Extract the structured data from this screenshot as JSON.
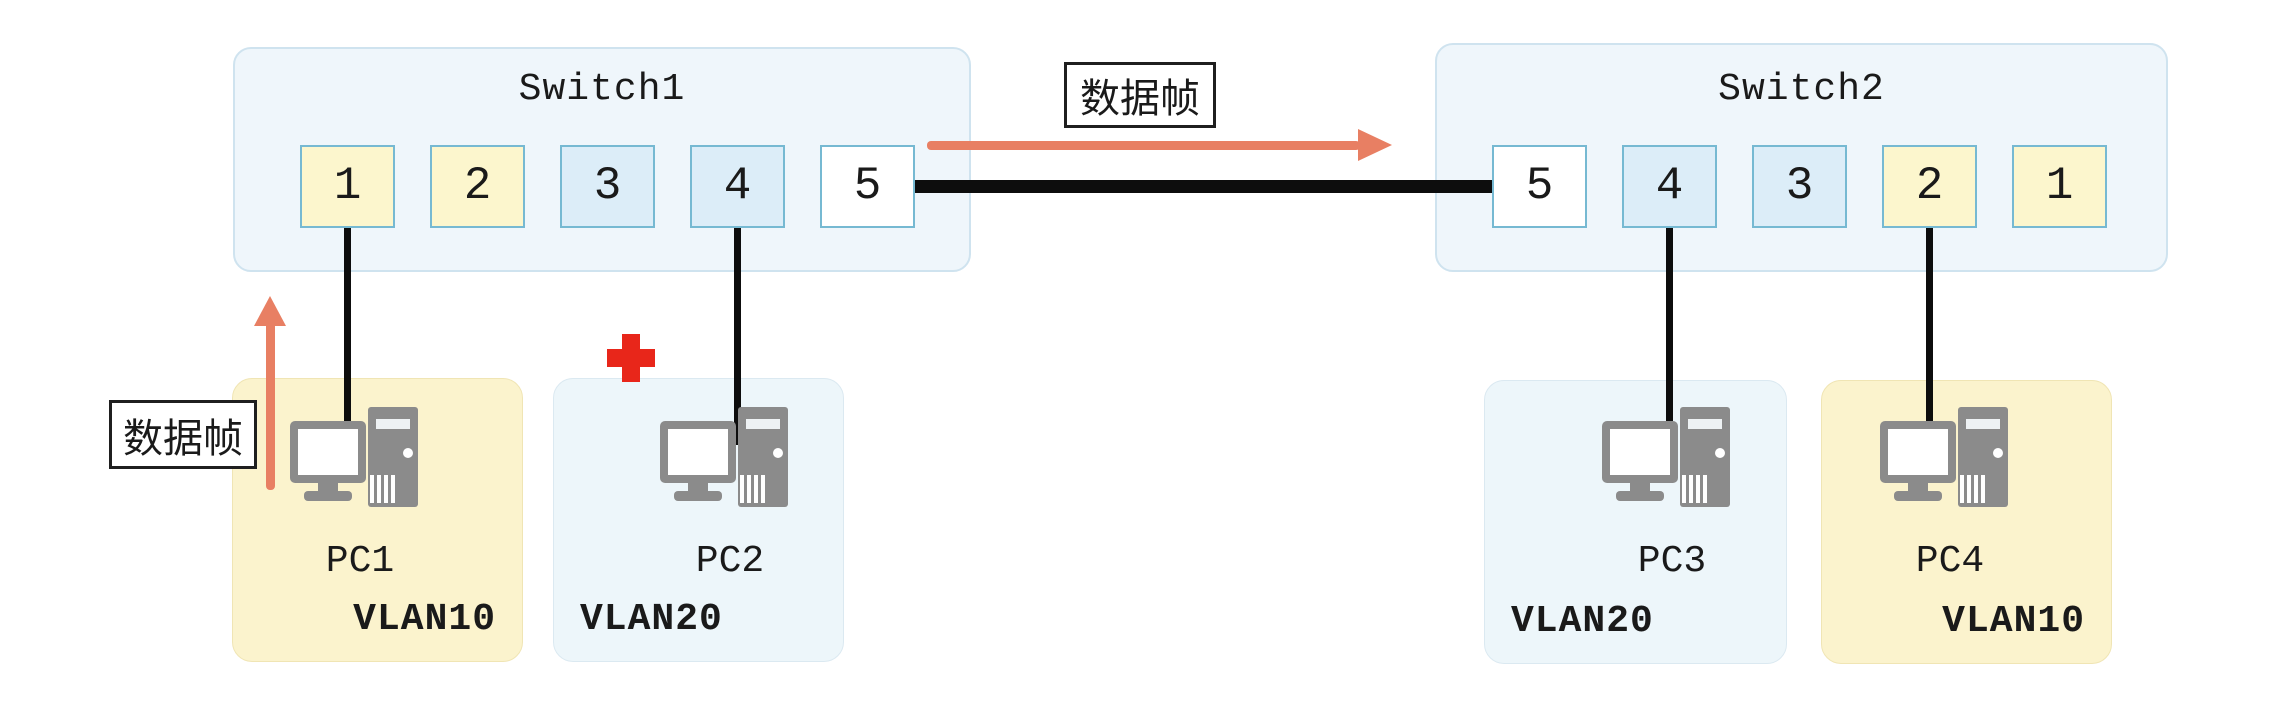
{
  "switch1": {
    "title": "Switch1",
    "ports": [
      {
        "label": "1",
        "color": "yellow"
      },
      {
        "label": "2",
        "color": "yellow"
      },
      {
        "label": "3",
        "color": "blue"
      },
      {
        "label": "4",
        "color": "blue"
      },
      {
        "label": "5",
        "color": "white"
      }
    ]
  },
  "switch2": {
    "title": "Switch2",
    "ports": [
      {
        "label": "5",
        "color": "white"
      },
      {
        "label": "4",
        "color": "blue"
      },
      {
        "label": "3",
        "color": "blue"
      },
      {
        "label": "2",
        "color": "yellow"
      },
      {
        "label": "1",
        "color": "yellow"
      }
    ]
  },
  "pcs": [
    {
      "name": "PC1",
      "vlan": "VLAN10",
      "color": "yellow",
      "vlan_align": "right"
    },
    {
      "name": "PC2",
      "vlan": "VLAN20",
      "color": "blue",
      "vlan_align": "left"
    },
    {
      "name": "PC3",
      "vlan": "VLAN20",
      "color": "blue",
      "vlan_align": "left"
    },
    {
      "name": "PC4",
      "vlan": "VLAN10",
      "color": "yellow",
      "vlan_align": "right"
    }
  ],
  "annotations": {
    "frame_label_top": "数据帧",
    "frame_label_left": "数据帧"
  },
  "colors": {
    "switch_fill": "#eff6fb",
    "switch_border": "#cfe3ef",
    "port_yellow": "#fcf6cd",
    "port_blue": "#dcedf8",
    "port_white": "#ffffff",
    "port_border": "#76b9d2",
    "pc_yellow": "#fbf3cd",
    "pc_blue": "#edf6fa",
    "cable": "#0d0d0d",
    "arrow": "#e87f63",
    "cross": "#e8261a",
    "label_border": "#1f1f1f",
    "text": "#1a1a1a"
  }
}
